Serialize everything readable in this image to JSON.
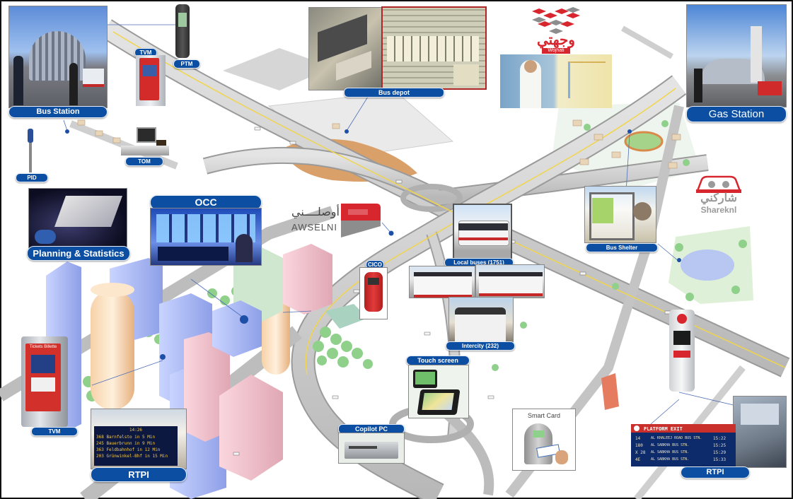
{
  "labels": {
    "bus_station": "Bus Station",
    "tvm_top": "TVM",
    "ptm": "PTM",
    "tom": "TOM",
    "pid": "PID",
    "bus_depot": "Bus depot",
    "gas_station": "Gas Station",
    "occ": "OCC",
    "planning": "Planning & Statistics",
    "local_buses": "Local buses (1751)",
    "cico": "CICO",
    "intercity": "Intercity (232)",
    "bus_shelter": "Bus Shelter",
    "touch_screen": "Touch screen",
    "copilot_pc": "Copilot PC",
    "smart_card": "Smart Card",
    "tvm_bottom": "TVM",
    "rtpi_left": "RTPI",
    "rtpi_right": "RTPI"
  },
  "logos": {
    "awselni_arabic": "أوصلــــني",
    "awselni_latin": "AWSELNI",
    "wojhati_arabic": "وجهتي",
    "wojhati_latin": "Wojhati",
    "shareknl_arabic": "شاركني",
    "shareknl_latin": "Shareknl"
  },
  "tvm_panel": {
    "title": "Tickets Billette"
  },
  "rtpi_left_board": {
    "header": "14:26",
    "rows": [
      "368 Barnfelsto    in 5 Min",
      "245 Bauerbrunn    in 9 Min",
      "363 Feldbahnhof   in 12 Min",
      "203 Grünwinkel-Bhf in 15 Min"
    ]
  },
  "rtpi_right_board": {
    "header": "PLATFORM EXIT",
    "rows": [
      {
        "route": "14",
        "dest": "AL KHALEEJ ROAD BUS STN.",
        "time": "15:22"
      },
      {
        "route": "180",
        "dest": "AL SABKHA BUS STN.",
        "time": "15:25"
      },
      {
        "route": "X 28",
        "dest": "AL SABKHA BUS STN.",
        "time": "15:29"
      },
      {
        "route": "4E",
        "dest": "AL SABKHA BUS STN.",
        "time": "15:33"
      }
    ]
  },
  "colors": {
    "label_blue": "#0b4ea2",
    "awselni_red": "#d7262e",
    "road_gray": "#c9c9c9"
  }
}
